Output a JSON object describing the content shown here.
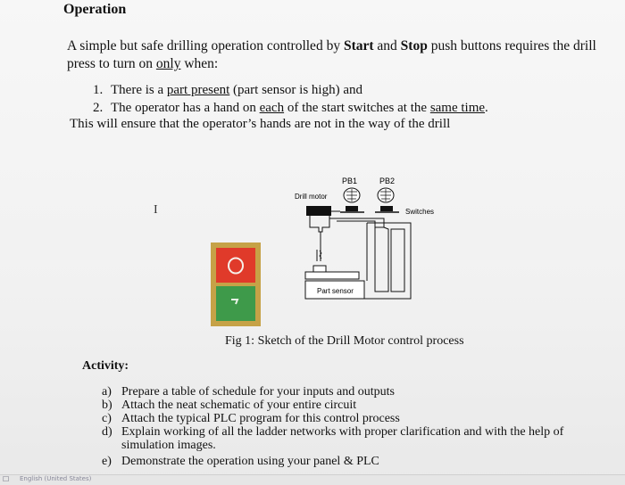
{
  "document": {
    "heading": "Operation",
    "intro": {
      "part1": "A simple but safe drilling operation controlled by ",
      "start": "Start",
      "and": " and ",
      "stop": "Stop",
      "part2": " push buttons requires the drill press to turn on ",
      "only": "only",
      "part3": " when:"
    },
    "conditions": [
      {
        "num": "1.",
        "pre": "There is a ",
        "u": "part present",
        "post": " (part sensor is high) and"
      },
      {
        "num": "2.",
        "pre": "The operator has a hand on ",
        "u": "each",
        "mid": " of the start switches at the ",
        "u2": "same time",
        "post": "."
      }
    ],
    "note": "This will ensure that the operator’s hands are not in the way of the drill",
    "cursor": "I"
  },
  "figure": {
    "labels": {
      "pb1": "PB1",
      "pb2": "PB2",
      "drill_motor": "Drill motor",
      "switches": "Switches",
      "part_sensor": "Part sensor"
    },
    "caption": "Fig 1: Sketch of the Drill Motor control process",
    "colors": {
      "panel": "#c6a247",
      "stop_button": "#e03a2a",
      "start_button": "#3e9a4a"
    }
  },
  "activity": {
    "title": "Activity:",
    "items": [
      {
        "num": "a)",
        "text": "Prepare a table of schedule for your inputs and outputs"
      },
      {
        "num": "b)",
        "text": "Attach the neat schematic of your entire circuit"
      },
      {
        "num": "c)",
        "text": "Attach the typical PLC program for this control process"
      },
      {
        "num": "d)",
        "text": "Explain working of all the ladder networks with proper clarification and with the help of",
        "text2": "simulation images."
      },
      {
        "num": "e)",
        "text": "Demonstrate the operation using your panel & PLC"
      }
    ]
  },
  "statusbar": {
    "language": "English (United States)"
  }
}
